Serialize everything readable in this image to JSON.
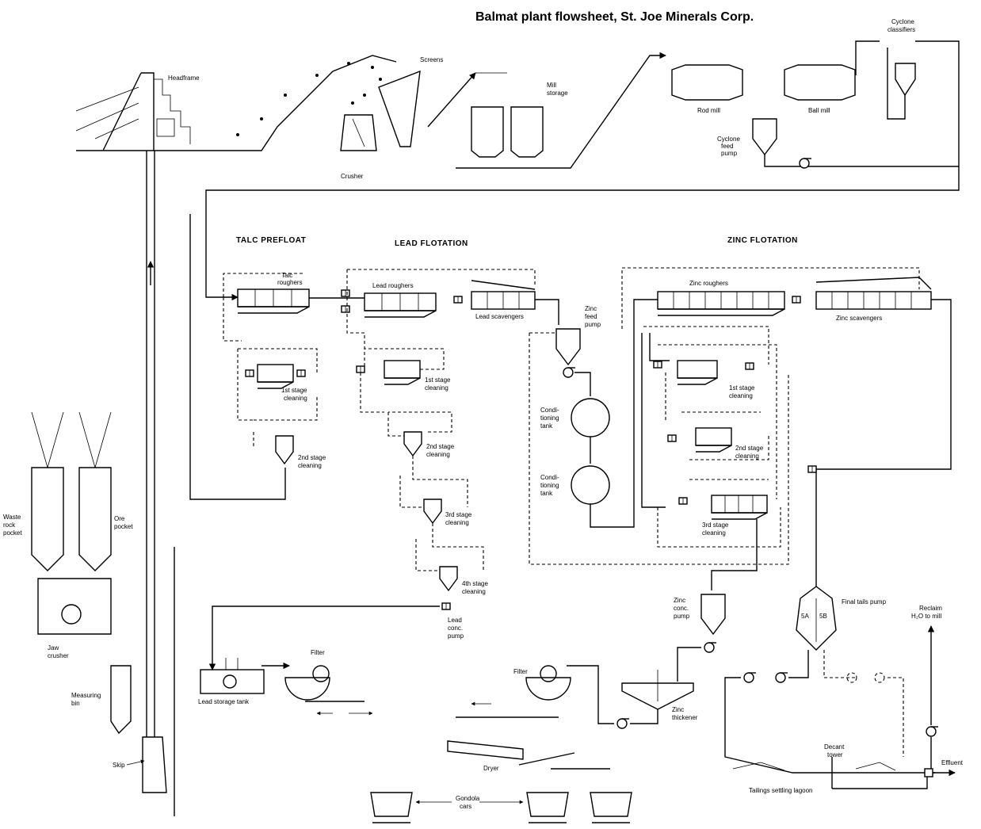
{
  "title": "Balmat plant flowsheet, St. Joe Minerals Corp.",
  "sections": {
    "talc": "TALC PREFLOAT",
    "lead": "LEAD FLOTATION",
    "zinc": "ZINC FLOTATION"
  },
  "labels": {
    "headframe": "Headframe",
    "screens": "Screens",
    "crusher": "Crusher",
    "mill_storage": [
      "Mill",
      "storage"
    ],
    "rod_mill": "Rod mill",
    "ball_mill": "Ball mill",
    "cyclone_classifiers": [
      "Cyclone",
      "classifiers"
    ],
    "cyclone_feed_pump": [
      "Cyclone",
      "feed",
      "pump"
    ],
    "talc_roughers": [
      "Talc",
      "roughers"
    ],
    "talc_1st": [
      "1st stage",
      "cleaning"
    ],
    "talc_2nd": [
      "2nd stage",
      "cleaning"
    ],
    "lead_roughers": "Lead roughers",
    "lead_scavengers": "Lead scavengers",
    "lead_1st": [
      "1st stage",
      "cleaning"
    ],
    "lead_2nd": [
      "2nd stage",
      "cleaning"
    ],
    "lead_3rd": [
      "3rd stage",
      "cleaning"
    ],
    "lead_4th": [
      "4th stage",
      "cleaning"
    ],
    "lead_conc_pump": [
      "Lead",
      "conc.",
      "pump"
    ],
    "zinc_feed_pump": [
      "Zinc",
      "feed",
      "pump"
    ],
    "conditioning_tank_1": [
      "Condi-",
      "tioning",
      "tank"
    ],
    "conditioning_tank_2": [
      "Condi-",
      "tioning",
      "tank"
    ],
    "zinc_roughers": "Zinc roughers",
    "zinc_scavengers": "Zinc scavengers",
    "zinc_1st": [
      "1st stage",
      "cleaning"
    ],
    "zinc_2nd": [
      "2nd stage",
      "cleaning"
    ],
    "zinc_3rd": [
      "3rd stage",
      "cleaning"
    ],
    "zinc_conc_pump": [
      "Zinc",
      "conc.",
      "pump"
    ],
    "final_tails_pump": "Final tails pump",
    "tank_5a": "5A",
    "tank_5b": "5B",
    "reclaim": [
      "Reclaim",
      "H₂O to mill"
    ],
    "effluent": "Effluent",
    "decant_tower": [
      "Decant",
      "tower"
    ],
    "tailings_lagoon": "Tailings settling lagoon",
    "zinc_thickener": [
      "Zinc",
      "thickener"
    ],
    "filter_zinc": "Filter",
    "filter_lead": "Filter",
    "dryer": "Dryer",
    "gondola_cars": [
      "Gondola",
      "cars"
    ],
    "lead_storage_tank": "Lead storage tank",
    "waste_rock_pocket": [
      "Waste",
      "rock",
      "pocket"
    ],
    "ore_pocket": [
      "Ore",
      "pocket"
    ],
    "jaw_crusher": [
      "Jaw",
      "crusher"
    ],
    "measuring_bin": [
      "Measuring",
      "bin"
    ],
    "skip": "Skip"
  }
}
